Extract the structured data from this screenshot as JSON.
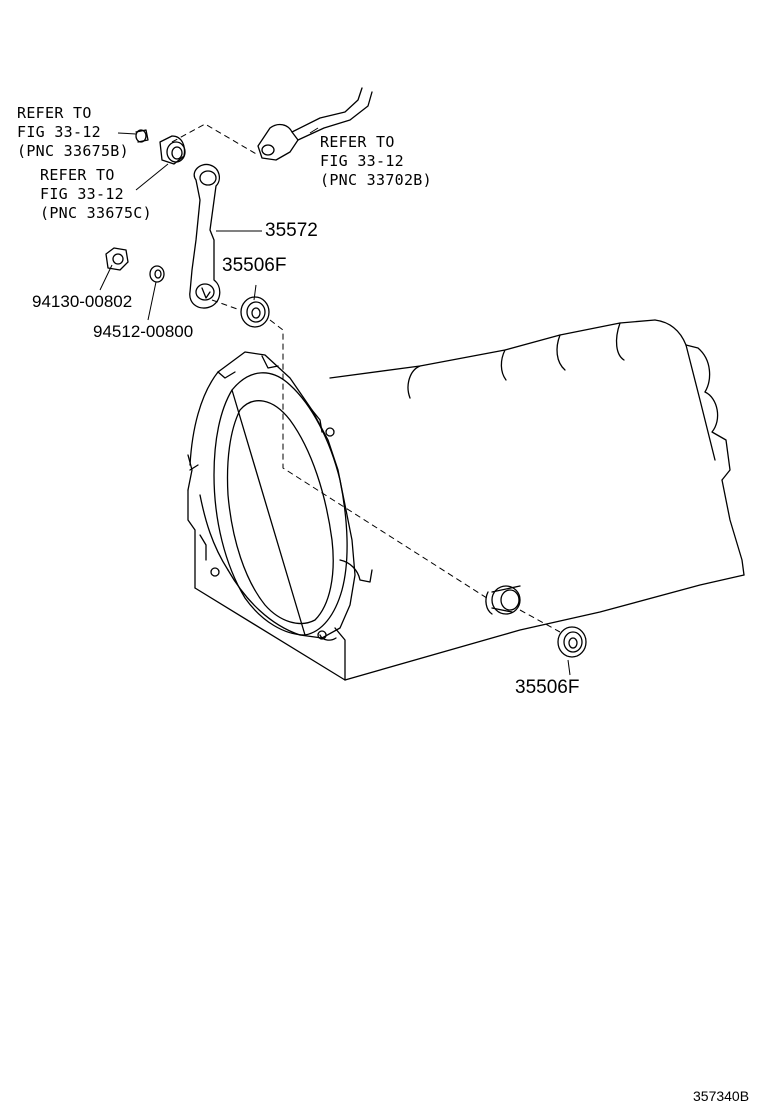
{
  "refs": {
    "ref_a": {
      "line1": "REFER TO",
      "line2": "FIG 33-12",
      "line3": "(PNC 33675B)"
    },
    "ref_b": {
      "line1": "REFER TO",
      "line2": "FIG 33-12",
      "line3": "(PNC 33675C)"
    },
    "ref_c": {
      "line1": "REFER TO",
      "line2": "FIG 33-12",
      "line3": "(PNC 33702B)"
    }
  },
  "parts": {
    "lever": "35572",
    "seal_upper": "35506F",
    "seal_lower": "35506F",
    "nut": "94130-00802",
    "washer": "94512-00800"
  },
  "diagram_code": "357340B"
}
